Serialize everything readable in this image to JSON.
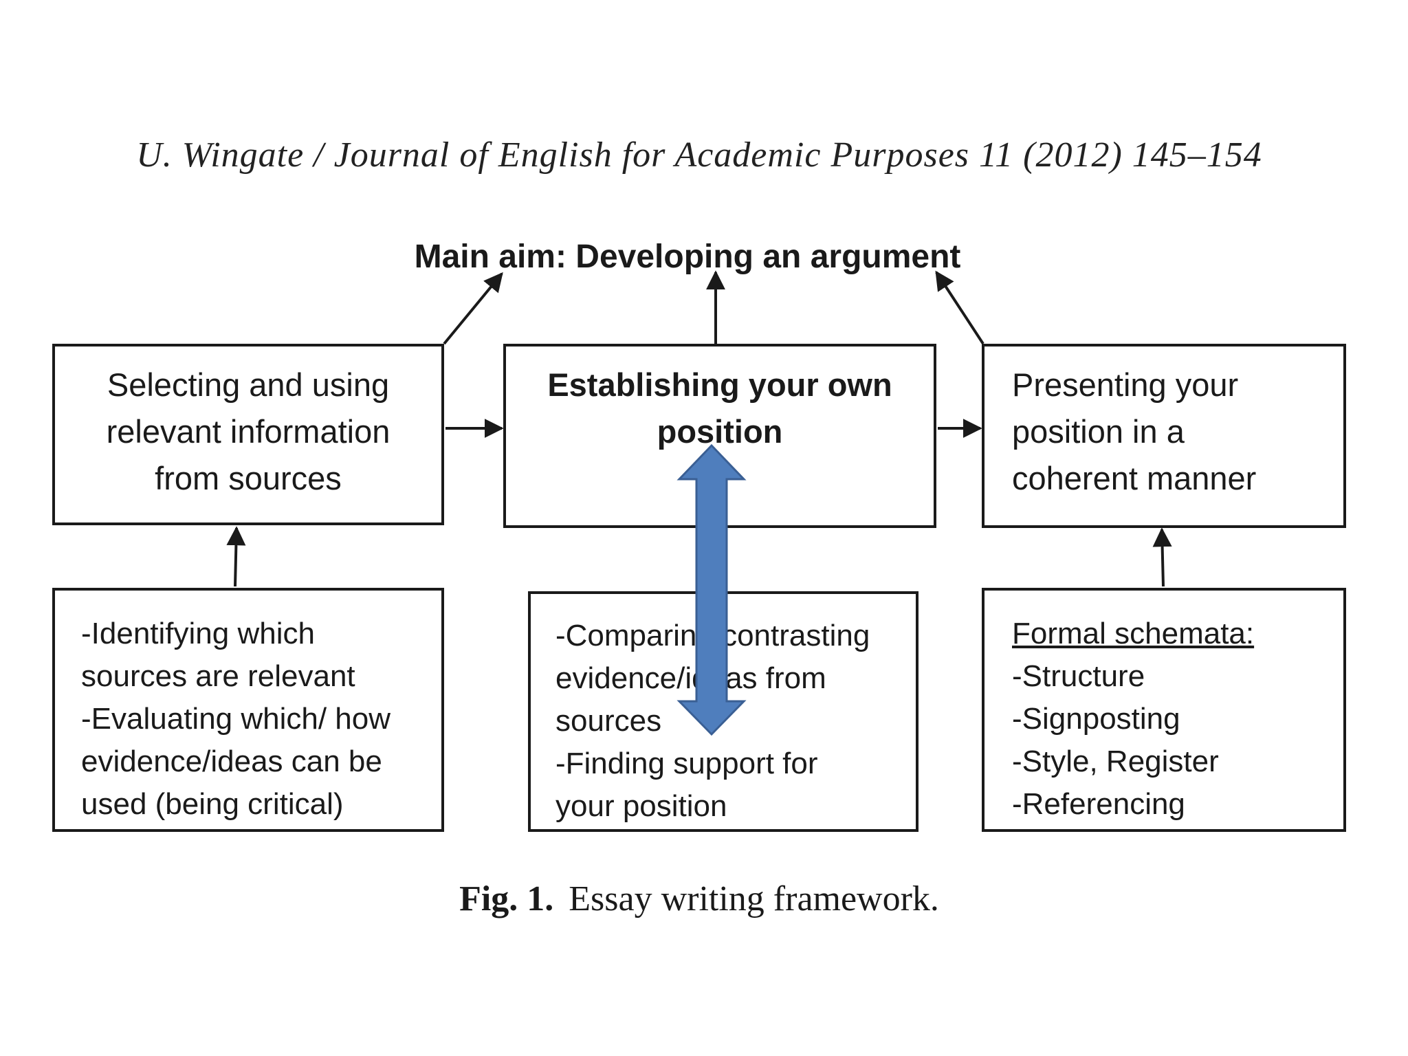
{
  "header": {
    "journal_citation": "U. Wingate / Journal of English for Academic Purposes 11 (2012) 145–154"
  },
  "diagram": {
    "main_aim": "Main aim:  Developing an argument",
    "top_boxes": {
      "select": [
        "Selecting and using",
        "relevant information",
        "from sources"
      ],
      "establish": [
        "Establishing your own",
        "position"
      ],
      "present": [
        "Presenting your",
        "position in a",
        "coherent manner"
      ]
    },
    "bottom_boxes": {
      "identify": [
        "-Identifying which",
        "sources are relevant",
        "-Evaluating which/ how",
        "evidence/ideas can be",
        "used (being critical)"
      ],
      "compare": [
        "-Comparing/contrasting",
        "evidence/ideas from",
        "sources",
        "-Finding support for",
        "your position"
      ],
      "formal": {
        "heading": "Formal schemata:",
        "items": [
          "-Structure",
          "-Signposting",
          "-Style, Register",
          "-Referencing"
        ]
      }
    },
    "colors": {
      "box_border": "#1a1a1a",
      "double_arrow_fill": "#4f7ebd",
      "double_arrow_stroke": "#3a5f94"
    }
  },
  "caption": {
    "label": "Fig. 1.",
    "text": "Essay writing framework."
  }
}
